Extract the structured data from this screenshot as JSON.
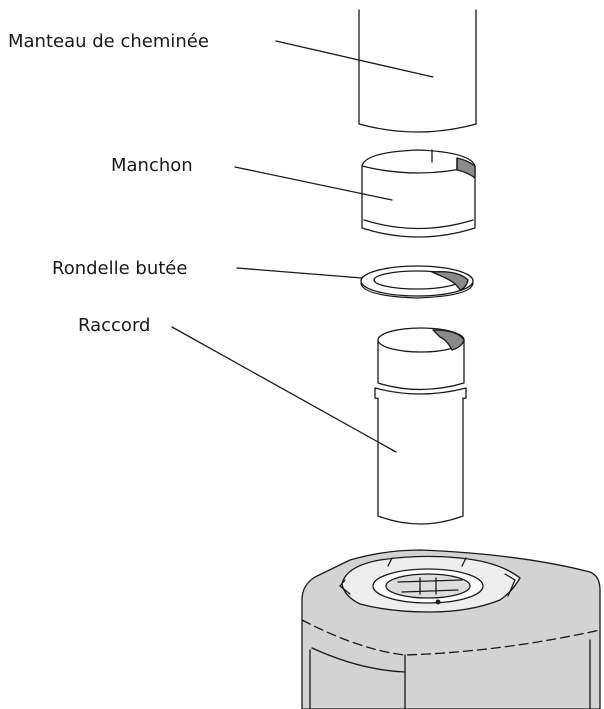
{
  "labels": {
    "manteau": "Manteau de cheminée",
    "manchon": "Manchon",
    "rondelle": "Rondelle butée",
    "raccord": "Raccord"
  },
  "colors": {
    "stroke": "#1a1a1a",
    "shade_dark": "#8a8a8a",
    "stove_body": "#d3d3d3",
    "background": "#ffffff"
  }
}
